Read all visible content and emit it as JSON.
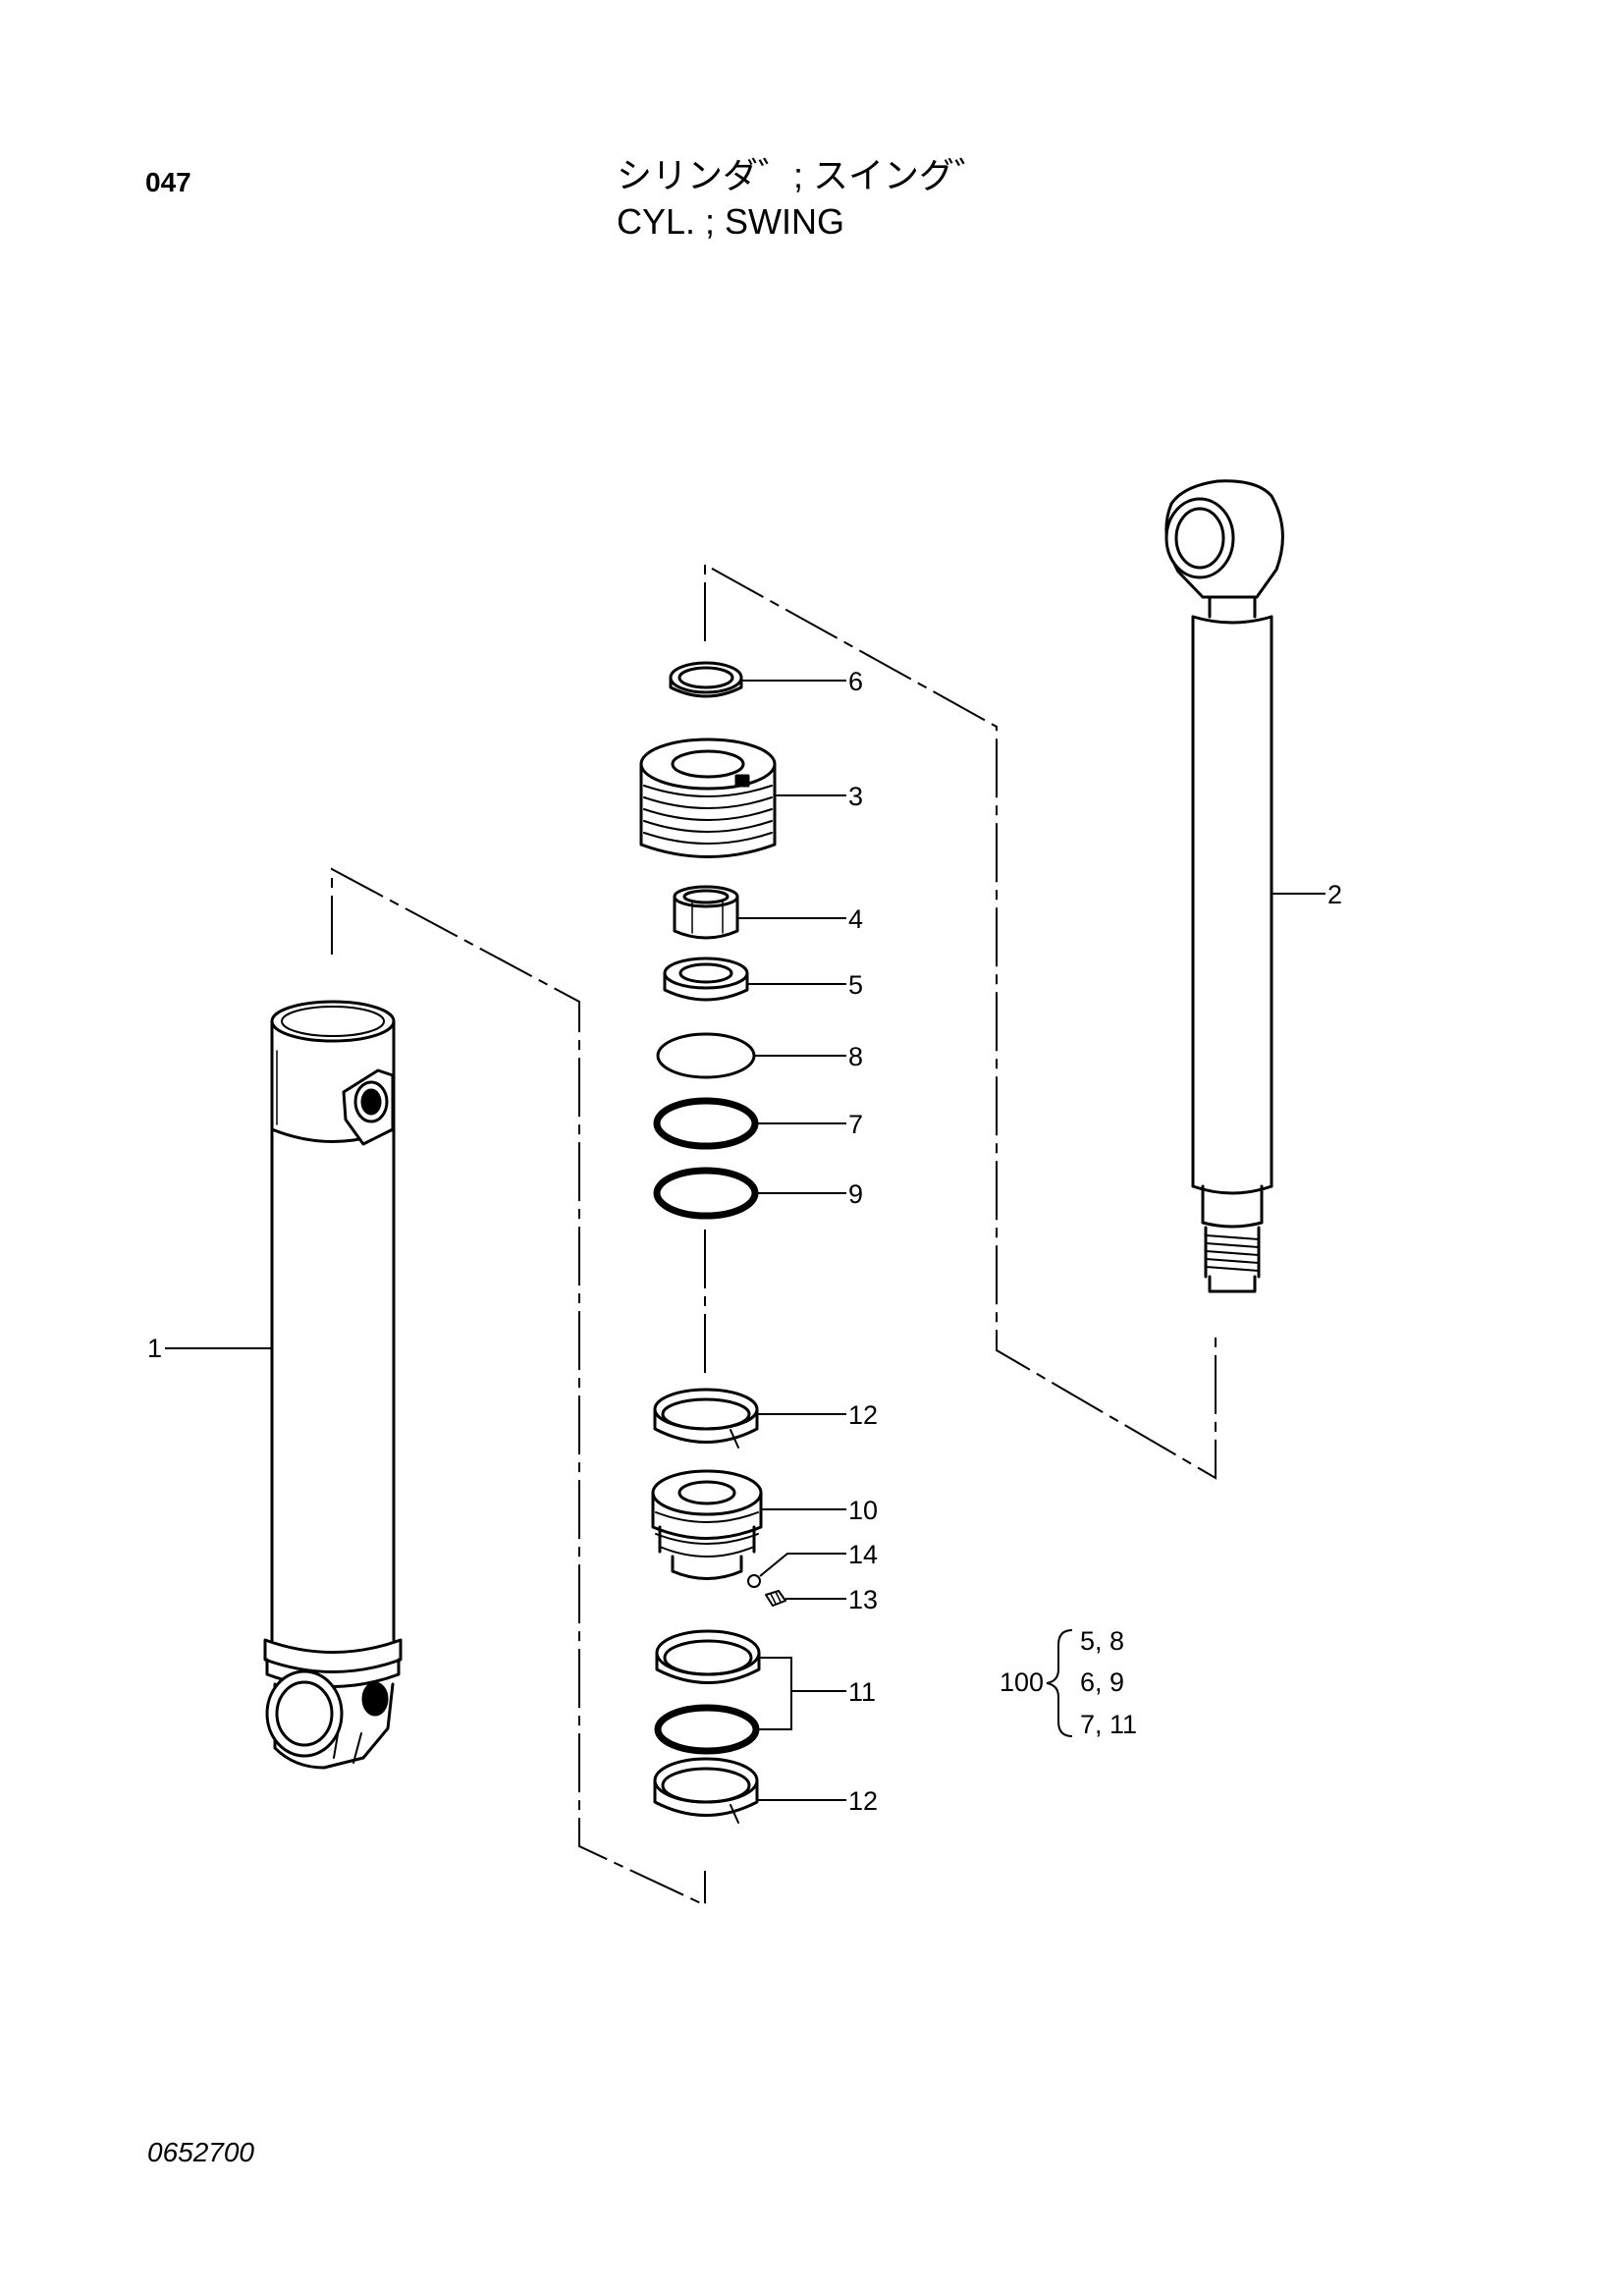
{
  "page_number": "047",
  "title_jp": "シリンダ゛; スイング゛",
  "title_en": "CYL. ; SWING",
  "doc_code": "0652700",
  "callouts": {
    "c1": "1",
    "c2": "2",
    "c3": "3",
    "c4": "4",
    "c5": "5",
    "c6": "6",
    "c7": "7",
    "c8": "8",
    "c9": "9",
    "c10": "10",
    "c11": "11",
    "c12a": "12",
    "c12b": "12",
    "c13": "13",
    "c14": "14"
  },
  "kit": {
    "number": "100",
    "rows": [
      "5,  8",
      "6,  9",
      "7,  11"
    ]
  }
}
